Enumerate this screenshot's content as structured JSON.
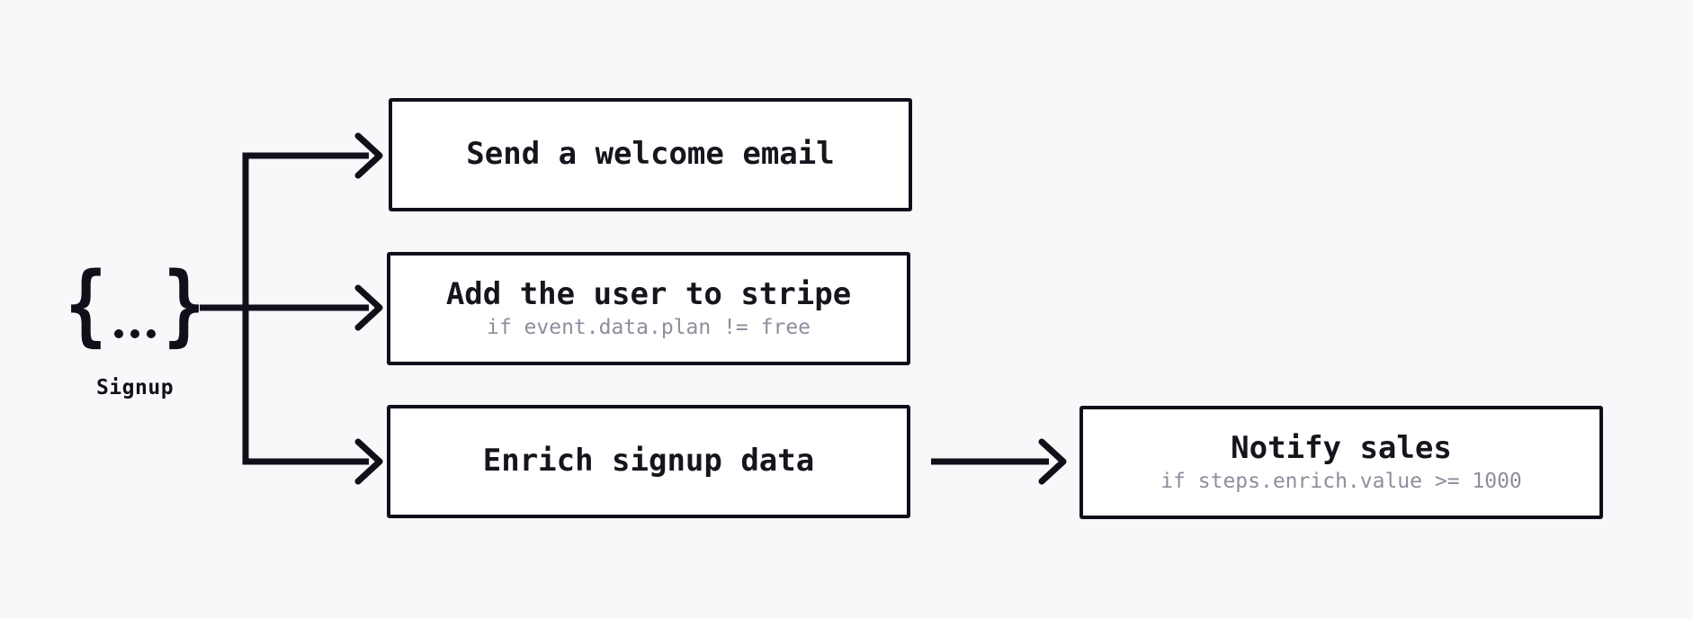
{
  "diagram": {
    "background_color": "#f8f8fb",
    "ink_color": "#10101a",
    "muted_color": "#8e8e9c",
    "node_background": "#ffffff",
    "trigger": {
      "symbol": "{...}",
      "symbol_left": "{",
      "symbol_right": "}",
      "label": "Signup"
    },
    "nodes": [
      {
        "id": "welcome-email",
        "title": "Send a welcome email",
        "condition": ""
      },
      {
        "id": "stripe",
        "title": "Add the user to stripe",
        "condition": "if event.data.plan != free"
      },
      {
        "id": "enrich",
        "title": "Enrich signup data",
        "condition": ""
      },
      {
        "id": "notify-sales",
        "title": "Notify sales",
        "condition": "if steps.enrich.value >= 1000"
      }
    ],
    "edges": [
      {
        "from": "signup",
        "to": "welcome-email"
      },
      {
        "from": "signup",
        "to": "stripe"
      },
      {
        "from": "signup",
        "to": "enrich"
      },
      {
        "from": "enrich",
        "to": "notify-sales"
      }
    ]
  }
}
